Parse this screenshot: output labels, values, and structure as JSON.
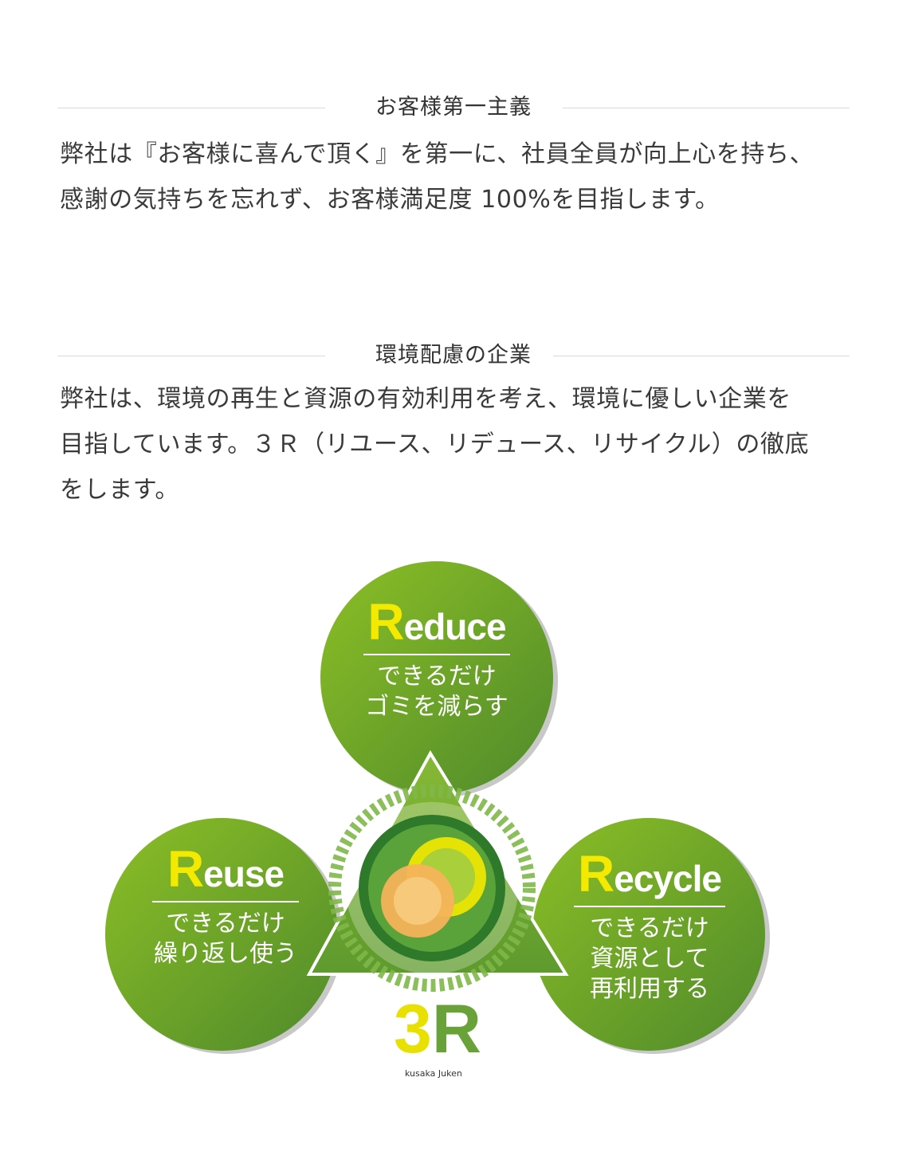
{
  "section1": {
    "heading": "お客様第一主義",
    "line1": "弊社は『お客様に喜んで頂く』を第一に、社員全員が向上心を持ち、",
    "line2": "感謝の気持ちを忘れず、お客様満足度 100%を目指します。"
  },
  "section2": {
    "heading": "環境配慮の企業",
    "line1": "弊社は、環境の再生と資源の有効利用を考え、環境に優しい企業を",
    "line2": "目指しています。３Ｒ（リユース、リデュース、リサイクル）の徹底",
    "line3": "をします。"
  },
  "figure": {
    "reduce": {
      "cap": "R",
      "rest": "educe",
      "desc1": "できるだけ",
      "desc2": "ゴミを減らす"
    },
    "reuse": {
      "cap": "R",
      "rest": "euse",
      "desc1": "できるだけ",
      "desc2": "繰り返し使う"
    },
    "recycle": {
      "cap": "R",
      "rest": "ecycle",
      "desc1": "できるだけ",
      "desc2": "資源として",
      "desc3": "再利用する"
    },
    "logo": {
      "three": "3",
      "r": "R",
      "sub": "kusaka Juken"
    },
    "colors": {
      "green_light": "#8cbf26",
      "green_dark": "#4f8a2b",
      "yellow": "#f4e900",
      "orange": "#f5b35a"
    }
  }
}
